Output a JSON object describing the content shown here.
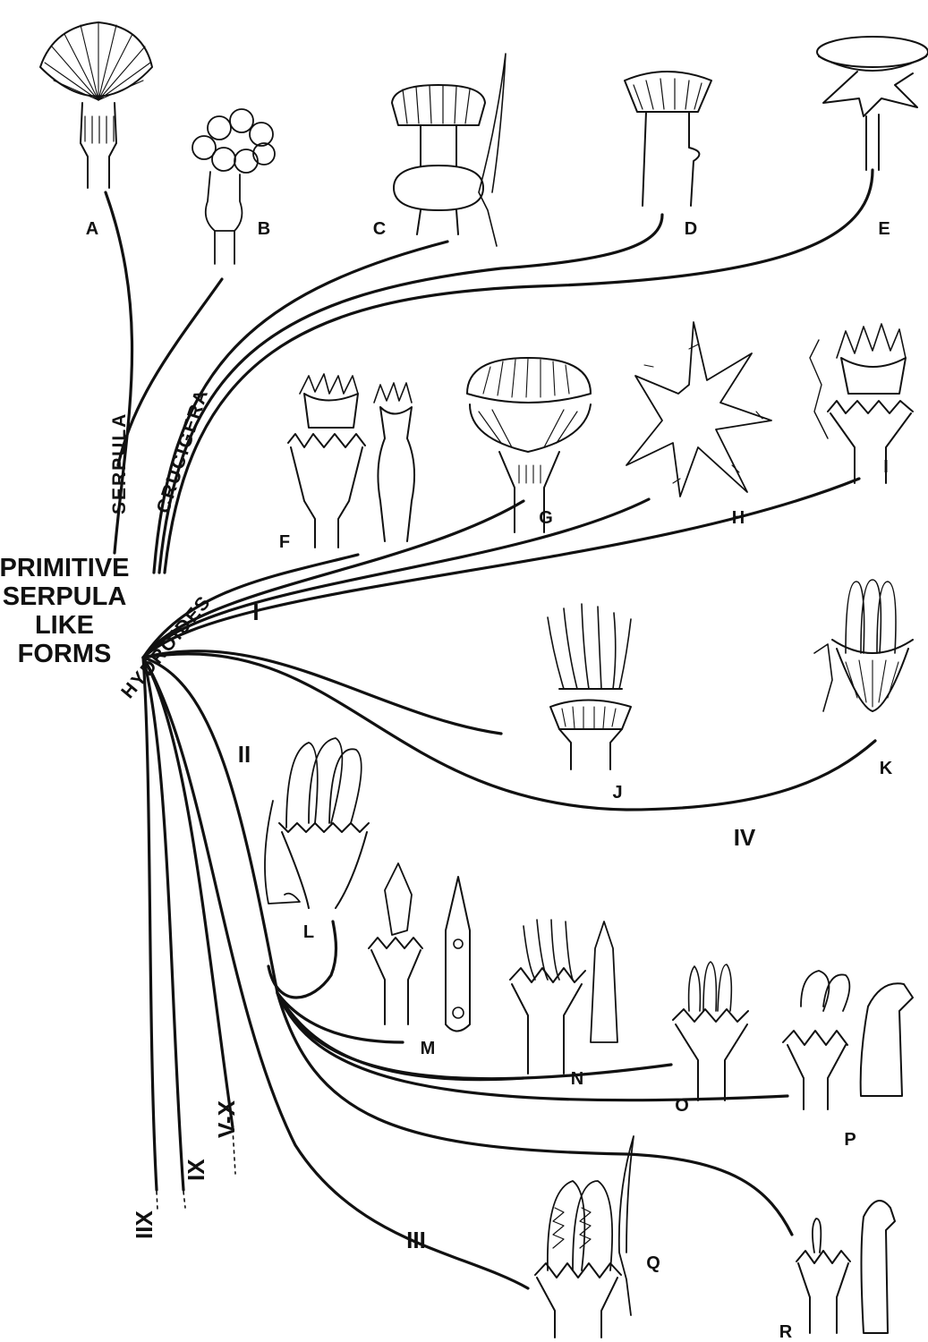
{
  "root": {
    "lines": [
      "PRIMITIVE",
      "SERPULA",
      "LIKE",
      "FORMS"
    ]
  },
  "genus_labels": {
    "serpula": "SERPULA",
    "crucigera": "CRUCIGERA",
    "hydroides": "HYDROIDES"
  },
  "group_labels": {
    "I": "I",
    "II": "II",
    "III": "III",
    "IV": "IV",
    "V_X": "V-X",
    "IX": "IX",
    "XII": "IIX"
  },
  "specimen_labels": {
    "A": "A",
    "B": "B",
    "C": "C",
    "D": "D",
    "E": "E",
    "F": "F",
    "G": "G",
    "H": "H",
    "I": "I",
    "J": "J",
    "K": "K",
    "L": "L",
    "M": "M",
    "N": "N",
    "O": "O",
    "P": "P",
    "Q": "Q",
    "R": "R"
  }
}
